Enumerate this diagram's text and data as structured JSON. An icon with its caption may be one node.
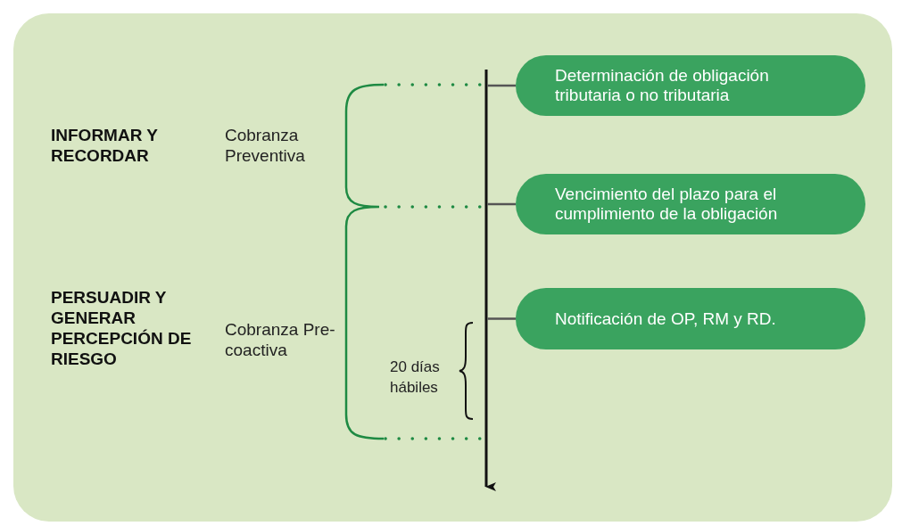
{
  "diagram": {
    "nodes": [
      {
        "text": [
          "Determinación de obligación tributaria o no tributaria"
        ]
      },
      {
        "text": [
          "Vencimiento del plazo para el cumplimiento de la obligación"
        ]
      },
      {
        "text": [
          "Notificación de OP, RM y RD."
        ]
      }
    ],
    "edges": [
      {
        "from": 0,
        "to": null,
        "arrow": "none"
      },
      {
        "from": 1,
        "to": null,
        "arrow": "none"
      },
      {
        "from": 2,
        "to": null,
        "arrow": "none"
      }
    ],
    "labels": [
      "INFORMAR Y RECORDAR",
      "Cobranza Preventiva",
      "PERSUADIR Y GENERAR PERCEPCIÓN DE RIESGO",
      "Cobranza Pre-coactiva",
      "20 días hábiles"
    ]
  }
}
